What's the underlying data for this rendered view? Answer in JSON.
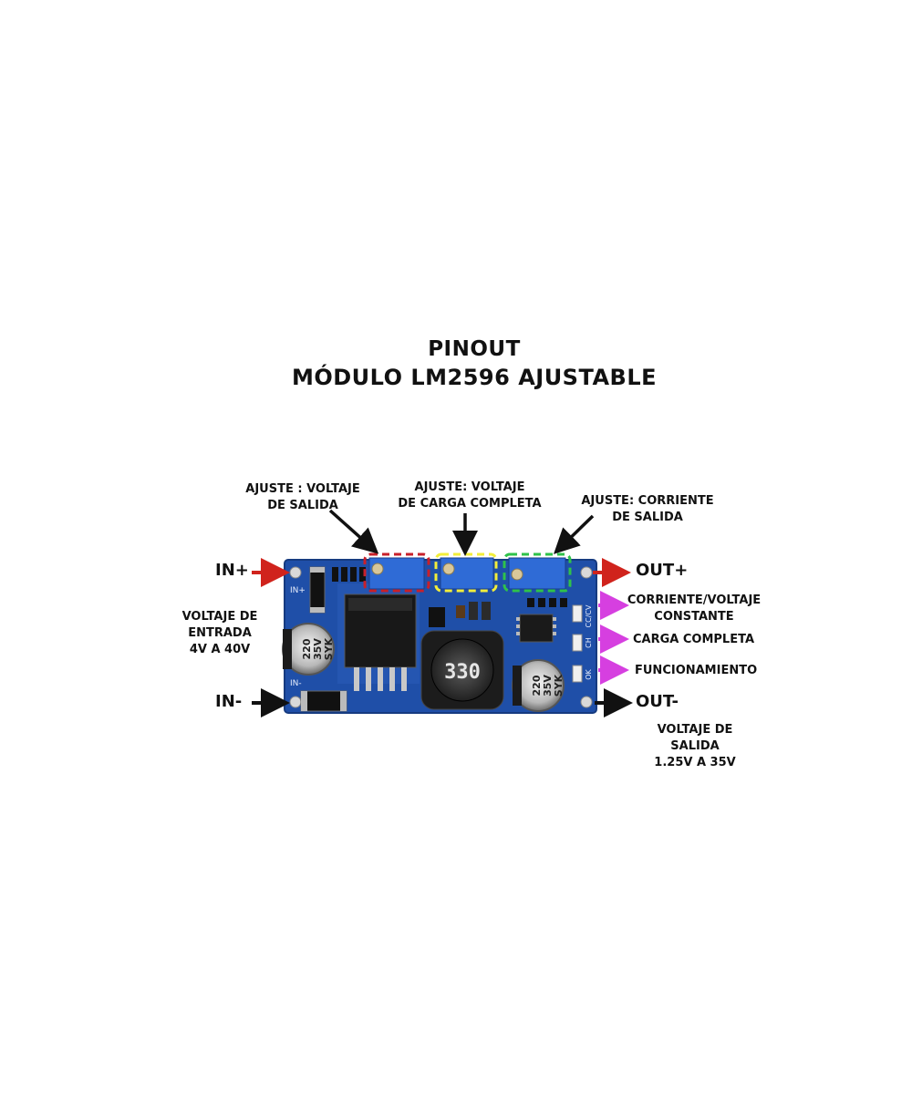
{
  "title": {
    "line1": "PINOUT",
    "line2": "MÓDULO LM2596 AJUSTABLE"
  },
  "labels": {
    "adj_output_voltage": [
      "AJUSTE : VOLTAJE",
      "DE SALIDA"
    ],
    "adj_full_charge": [
      "AJUSTE: VOLTAJE",
      "DE CARGA COMPLETA"
    ],
    "adj_output_current": [
      "AJUSTE: CORRIENTE",
      "DE SALIDA"
    ],
    "in_plus": "IN+",
    "in_minus": "IN-",
    "out_plus": "OUT+",
    "out_minus": "OUT-",
    "input_voltage": [
      "VOLTAJE DE",
      "ENTRADA",
      "4V A 40V"
    ],
    "output_voltage": [
      "VOLTAJE DE",
      "SALIDA",
      "1.25V A 35V"
    ],
    "led_cc_cv": [
      "CORRIENTE/VOLTAJE",
      "CONSTANTE"
    ],
    "led_charge": "CARGA COMPLETA",
    "led_operation": "FUNCIONAMIENTO"
  },
  "board": {
    "inductor_marking": "330",
    "cap_left_marking": [
      "220",
      "35V",
      "SYK"
    ],
    "cap_right_marking": [
      "220",
      "35V",
      "SYK"
    ],
    "silk_in_plus": "IN+",
    "silk_in_minus": "IN-",
    "silk_cc_cv": "CC/CV",
    "silk_ch": "CH",
    "silk_ok": "OK"
  },
  "colors": {
    "pcb": "#1f4fa8",
    "arrow_red": "#d0231c",
    "arrow_black": "#111111",
    "arrow_magenta": "#d63fe0",
    "box_red": "#c8202a",
    "box_yellow": "#f2ee3a",
    "box_green": "#2fc24a"
  }
}
